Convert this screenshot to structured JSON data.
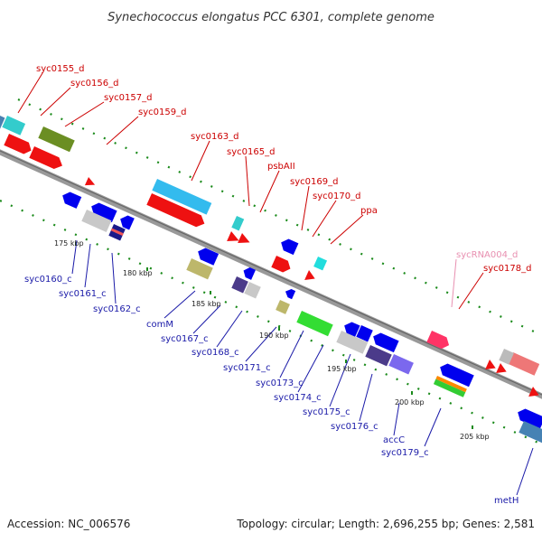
{
  "title": "Synechococcus elongatus PCC 6301, complete genome",
  "footer": {
    "accession": "Accession: NC_006576",
    "summary": "Topology: circular; Length: 2,696,255 bp; Genes: 2,581"
  },
  "colors": {
    "top_label": "#cc0000",
    "bottom_label": "#1a1aa8",
    "rna_label": "#e88fb0",
    "strand_line": "#999999",
    "tick_mark": "#1a8a1a"
  },
  "ticks": [
    "175 kbp",
    "180 kbp",
    "185 kbp",
    "190 kbp",
    "195 kbp",
    "200 kbp",
    "205 kbp"
  ],
  "top_genes": [
    "syc0155_d",
    "syc0156_d",
    "syc0157_d",
    "syc0159_d",
    "syc0163_d",
    "syc0165_d",
    "psbAII",
    "syc0169_d",
    "syc0170_d",
    "ppa",
    "sycRNA004_d",
    "syc0178_d"
  ],
  "bottom_genes": [
    "syc0160_c",
    "syc0161_c",
    "syc0162_c",
    "comM",
    "syc0167_c",
    "syc0168_c",
    "syc0171_c",
    "syc0173_c",
    "syc0174_c",
    "syc0175_c",
    "syc0176_c",
    "accC",
    "syc0179_c",
    "metH"
  ]
}
